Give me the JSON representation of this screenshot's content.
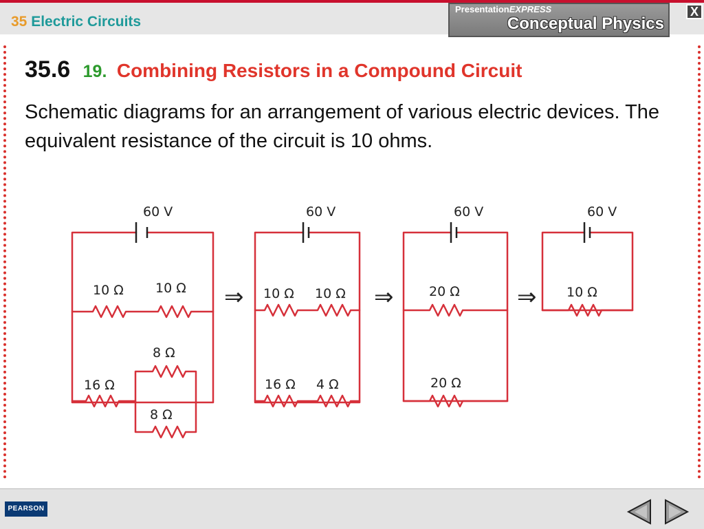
{
  "header": {
    "chapter_number": "35",
    "chapter_name": "Electric Circuits",
    "brand_top_prefix": "Presentation",
    "brand_top_suffix": "EXPRESS",
    "brand_name": "Conceptual Physics",
    "close_label": "X"
  },
  "slide": {
    "section_number": "35.6",
    "figure_number": "19.",
    "figure_title": "Combining Resistors in a Compound Circuit",
    "body": "Schematic diagrams for an arrangement of various electric devices. The equivalent resistance of the circuit is 10 ohms."
  },
  "diagram": {
    "arrow": "⇒",
    "circuits": [
      {
        "voltage": "60 V",
        "resistors": [
          "10 Ω",
          "10 Ω",
          "16 Ω",
          "8 Ω",
          "8 Ω"
        ]
      },
      {
        "voltage": "60 V",
        "resistors": [
          "10 Ω",
          "10 Ω",
          "16 Ω",
          "4 Ω"
        ]
      },
      {
        "voltage": "60 V",
        "resistors": [
          "20 Ω",
          "20 Ω"
        ]
      },
      {
        "voltage": "60 V",
        "resistors": [
          "10 Ω"
        ]
      }
    ]
  },
  "footer": {
    "publisher": "PEARSON"
  },
  "colors": {
    "accent_red": "#c8102e",
    "wire_red": "#d6303a",
    "title_red": "#e0352b",
    "figure_green": "#2c9a2c",
    "chapter_teal": "#1f9a9a",
    "chapter_orange": "#e89b2b"
  }
}
